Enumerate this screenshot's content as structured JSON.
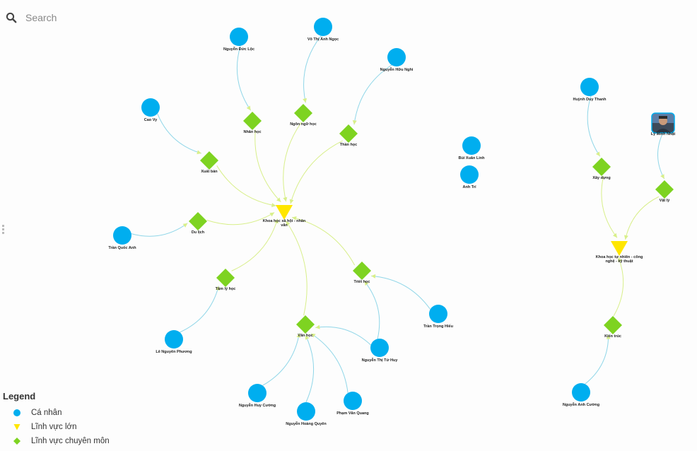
{
  "search": {
    "placeholder": "Search",
    "icon": "search-icon"
  },
  "legend": {
    "title": "Legend",
    "items": [
      {
        "label": "Cá nhân",
        "shape": "circle",
        "color": "#00AEEF"
      },
      {
        "label": "Lĩnh vực lớn",
        "shape": "triangle",
        "color": "#FFE600"
      },
      {
        "label": "Lĩnh vực chuyên môn",
        "shape": "diamond",
        "color": "#7ED321"
      }
    ]
  },
  "colors": {
    "person": "#00AEEF",
    "major": "#FFE600",
    "specialty": "#7ED321",
    "edge_person": "#8fd6e8",
    "edge_field": "#d8ef8a"
  },
  "graph": {
    "nodes": [
      {
        "id": "ksh",
        "type": "major",
        "label": "Khoa học xã hội - nhân văn"
      },
      {
        "id": "ktn",
        "type": "major",
        "label": "Khoa học tự nhiên - công nghệ - kỹ thuật"
      },
      {
        "id": "nhanhoc",
        "type": "specialty",
        "label": "Nhân học"
      },
      {
        "id": "ngonngu",
        "type": "specialty",
        "label": "Ngôn ngữ học"
      },
      {
        "id": "thanhoc",
        "type": "specialty",
        "label": "Thần học"
      },
      {
        "id": "xuatban",
        "type": "specialty",
        "label": "Xuất bản"
      },
      {
        "id": "dulich",
        "type": "specialty",
        "label": "Du lịch"
      },
      {
        "id": "tamly",
        "type": "specialty",
        "label": "Tâm lý học"
      },
      {
        "id": "triethoc",
        "type": "specialty",
        "label": "Triết học"
      },
      {
        "id": "vanhoc",
        "type": "specialty",
        "label": "Văn học"
      },
      {
        "id": "xaydung",
        "type": "specialty",
        "label": "Xây dựng"
      },
      {
        "id": "vatly",
        "type": "specialty",
        "label": "Vật lý"
      },
      {
        "id": "kientruc",
        "type": "specialty",
        "label": "Kiến trúc"
      },
      {
        "id": "p_ndloc",
        "type": "person",
        "label": "Nguyễn Đức Lộc"
      },
      {
        "id": "p_vtangoc",
        "type": "person",
        "label": "Võ Thị Ánh Ngọc"
      },
      {
        "id": "p_nhnghi",
        "type": "person",
        "label": "Nguyễn Hữu Nghi"
      },
      {
        "id": "p_caovy",
        "type": "person",
        "label": "Cao Vy"
      },
      {
        "id": "p_tqanh",
        "type": "person",
        "label": "Trần Quốc Anh"
      },
      {
        "id": "p_lnphuong",
        "type": "person",
        "label": "Lê Nguyên Phương"
      },
      {
        "id": "p_tthieu",
        "type": "person",
        "label": "Trần Trọng Hiếu"
      },
      {
        "id": "p_nttuhuy",
        "type": "person",
        "label": "Nguyễn Thị Tứ Huy"
      },
      {
        "id": "p_nhcuong",
        "type": "person",
        "label": "Nguyễn Huy Cường"
      },
      {
        "id": "p_nhquyen",
        "type": "person",
        "label": "Nguyễn Hoàng Quyên"
      },
      {
        "id": "p_pvquang",
        "type": "person",
        "label": "Phạm Văn Quang"
      },
      {
        "id": "p_bxlinh",
        "type": "person",
        "label": "Bùi Xuân Linh"
      },
      {
        "id": "p_anhtri",
        "type": "person",
        "label": "Anh Trí"
      },
      {
        "id": "p_hdthanh",
        "type": "person",
        "label": "Huỳnh Duy Thanh"
      },
      {
        "id": "p_lmnhat",
        "type": "person",
        "label": "Lý Minh Nhật",
        "avatar": true
      },
      {
        "id": "p_nacuong",
        "type": "person",
        "label": "Nguyễn Anh Cường"
      }
    ],
    "edges": [
      {
        "from": "p_ndloc",
        "to": "nhanhoc"
      },
      {
        "from": "p_vtangoc",
        "to": "ngonngu"
      },
      {
        "from": "p_nhnghi",
        "to": "thanhoc"
      },
      {
        "from": "p_caovy",
        "to": "xuatban"
      },
      {
        "from": "p_tqanh",
        "to": "dulich"
      },
      {
        "from": "p_lnphuong",
        "to": "tamly"
      },
      {
        "from": "p_tthieu",
        "to": "triethoc"
      },
      {
        "from": "p_nttuhuy",
        "to": "triethoc"
      },
      {
        "from": "p_nttuhuy",
        "to": "vanhoc"
      },
      {
        "from": "p_nhcuong",
        "to": "vanhoc"
      },
      {
        "from": "p_nhquyen",
        "to": "vanhoc"
      },
      {
        "from": "p_pvquang",
        "to": "vanhoc"
      },
      {
        "from": "nhanhoc",
        "to": "ksh"
      },
      {
        "from": "ngonngu",
        "to": "ksh"
      },
      {
        "from": "thanhoc",
        "to": "ksh"
      },
      {
        "from": "xuatban",
        "to": "ksh"
      },
      {
        "from": "dulich",
        "to": "ksh"
      },
      {
        "from": "tamly",
        "to": "ksh"
      },
      {
        "from": "triethoc",
        "to": "ksh"
      },
      {
        "from": "vanhoc",
        "to": "ksh"
      },
      {
        "from": "p_hdthanh",
        "to": "xaydung"
      },
      {
        "from": "p_lmnhat",
        "to": "vatly"
      },
      {
        "from": "p_nacuong",
        "to": "kientruc"
      },
      {
        "from": "xaydung",
        "to": "ktn"
      },
      {
        "from": "vatly",
        "to": "ktn"
      },
      {
        "from": "kientruc",
        "to": "ktn"
      }
    ]
  }
}
